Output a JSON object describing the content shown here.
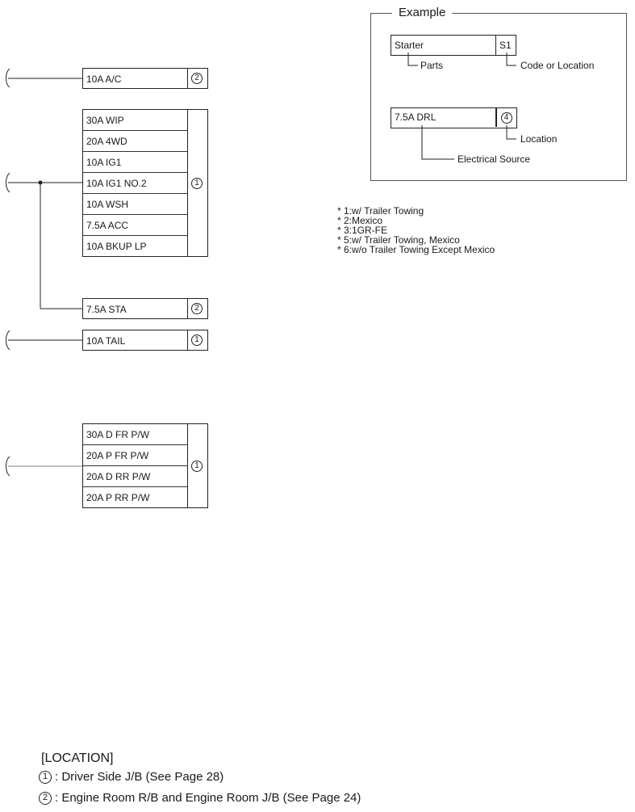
{
  "fuses": {
    "box_ac": {
      "rows": [
        "10A A/C"
      ],
      "location": "2"
    },
    "box_main": {
      "rows": [
        "30A WIP",
        "20A 4WD",
        "10A IG1",
        "10A IG1 NO.2",
        "10A WSH",
        "7.5A ACC",
        "10A BKUP LP"
      ],
      "location": "1"
    },
    "box_sta": {
      "rows": [
        "7.5A STA"
      ],
      "location": "2"
    },
    "box_tail": {
      "rows": [
        "10A TAIL"
      ],
      "location": "1"
    },
    "box_pw": {
      "rows": [
        "30A D FR P/W",
        "20A P FR P/W",
        "20A D RR P/W",
        "20A P RR P/W"
      ],
      "location": "1"
    }
  },
  "example": {
    "title": "Example",
    "part_name": "Starter",
    "part_code": "S1",
    "parts_label": "Parts",
    "code_label": "Code or Location",
    "source_name": "7.5A DRL",
    "source_location": "4",
    "location_label": "Location",
    "source_label": "Electrical Source"
  },
  "notes": [
    "* 1:w/ Trailer Towing",
    "* 2:Mexico",
    "* 3:1GR-FE",
    "* 5:w/ Trailer Towing, Mexico",
    "* 6:w/o Trailer Towing Except Mexico"
  ],
  "legend": {
    "title": "[LOCATION]",
    "items": [
      {
        "num": "1",
        "text": ": Driver Side J/B (See Page 28)"
      },
      {
        "num": "2",
        "text": ": Engine Room R/B and Engine Room J/B (See Page 24)"
      }
    ]
  }
}
